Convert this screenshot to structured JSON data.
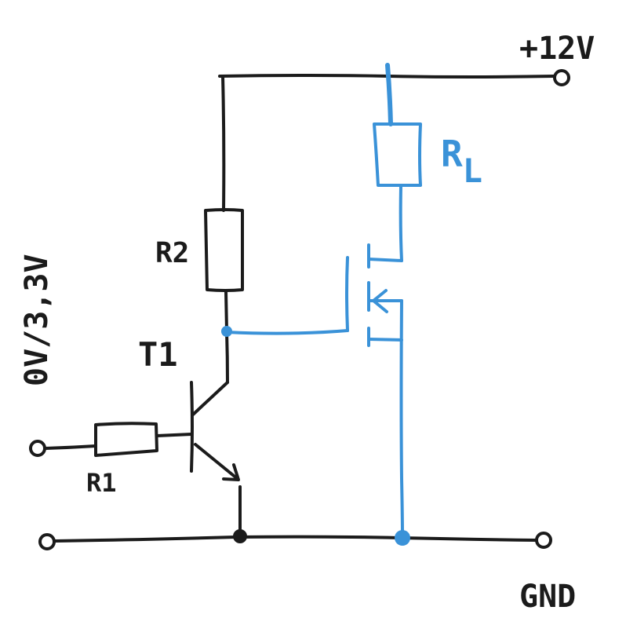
{
  "labels": {
    "supply": "+12V",
    "ground": "GND",
    "input_levels": "0V/3,3V",
    "transistor": "T1",
    "resistor_base": "R1",
    "resistor_pullup": "R2",
    "resistor_load": "R",
    "resistor_load_subscript": "L"
  },
  "colors": {
    "ink": "#1b1b1b",
    "highlight": "#3a92d8",
    "background": "#ffffff"
  }
}
